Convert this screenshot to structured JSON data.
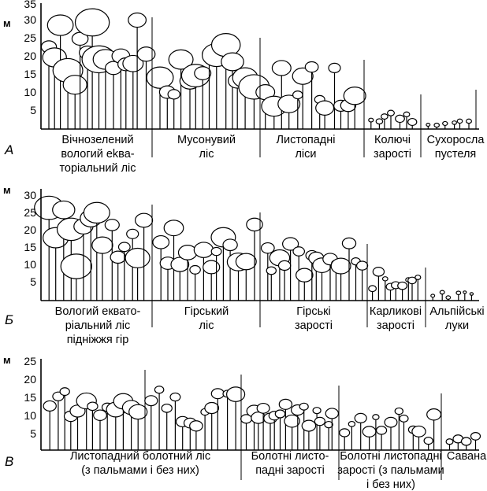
{
  "unit_label": "м",
  "panels": [
    {
      "id": "A",
      "label": "А",
      "ticks": [
        "5",
        "10",
        "15",
        "20",
        "25",
        "30",
        "35"
      ],
      "zones": [
        {
          "key": "evergreen",
          "lines": [
            "Вічнозелений",
            "вологий ekва-",
            "торіальний ліс"
          ]
        },
        {
          "key": "monsoon",
          "lines": [
            "Мусонувий",
            "ліс"
          ]
        },
        {
          "key": "deciduous",
          "lines": [
            "Листопадні",
            "ліси"
          ]
        },
        {
          "key": "thorny",
          "lines": [
            "Колючі",
            "зарості"
          ]
        },
        {
          "key": "desert",
          "lines": [
            "Сухоросла",
            "пустеля"
          ]
        }
      ]
    },
    {
      "id": "B",
      "label": "Б",
      "ticks": [
        "5",
        "10",
        "15",
        "20",
        "25",
        "30"
      ],
      "zones": [
        {
          "key": "foothill",
          "lines": [
            "Вологий еквато-",
            "ріальний ліс",
            "підніжжя гір"
          ]
        },
        {
          "key": "mountain-forest",
          "lines": [
            "Гірський",
            "ліс"
          ]
        },
        {
          "key": "mountain-thicket",
          "lines": [
            "Гірські",
            "зарості"
          ]
        },
        {
          "key": "dwarf",
          "lines": [
            "Карликові",
            "зарості"
          ]
        },
        {
          "key": "alpine",
          "lines": [
            "Альпійські",
            "луки"
          ]
        }
      ]
    },
    {
      "id": "C",
      "label": "В",
      "ticks": [
        "5",
        "10",
        "15",
        "20",
        "25"
      ],
      "zones": [
        {
          "key": "swamp-forest",
          "lines": [
            "Листопадний болотний ліс",
            "(з пальмами і без них)"
          ]
        },
        {
          "key": "swamp-thicket",
          "lines": [
            "Болотні листо-",
            "падні зарості"
          ]
        },
        {
          "key": "swamp-thicket-palms",
          "lines": [
            "Болотні листопадні",
            "зарості (з пальмами",
            "і без них)"
          ]
        },
        {
          "key": "savanna",
          "lines": [
            "Савана"
          ]
        }
      ]
    }
  ]
}
